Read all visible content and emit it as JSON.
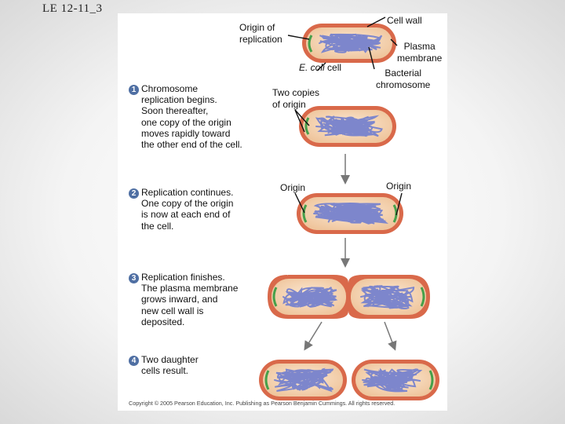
{
  "slide": {
    "title": "LE 12-11_3"
  },
  "labels": {
    "origin_of_replication": "Origin of\nreplication",
    "cell_wall": "Cell wall",
    "plasma_membrane": "Plasma\nmembrane",
    "bacterial_chromosome": "Bacterial\nchromosome",
    "ecoli_italic": "E. coli",
    "ecoli_rest": " cell",
    "two_copies": "Two copies\nof origin",
    "origin_left": "Origin",
    "origin_right": "Origin"
  },
  "steps": [
    {
      "number": "1",
      "text": "Chromosome\nreplication begins.\nSoon thereafter,\none copy of the origin\nmoves rapidly toward\nthe other end of the cell."
    },
    {
      "number": "2",
      "text": "Replication continues.\nOne copy of the origin\nis now at each end of\nthe cell."
    },
    {
      "number": "3",
      "text": "Replication finishes.\nThe plasma membrane\ngrows inward, and\nnew cell wall is\ndeposited."
    },
    {
      "number": "4",
      "text": "Two daughter\ncells result."
    }
  ],
  "copyright": "Copyright © 2005 Pearson Education, Inc. Publishing as Pearson Benjamin Cummings. All rights reserved.",
  "colors": {
    "cell_wall": "#d9694a",
    "cytoplasm": "#f4d6b8",
    "chromosome": "#7d86cc",
    "origin": "#46a04a",
    "arrow": "#777777",
    "step_badge": "#4f6fa3"
  }
}
